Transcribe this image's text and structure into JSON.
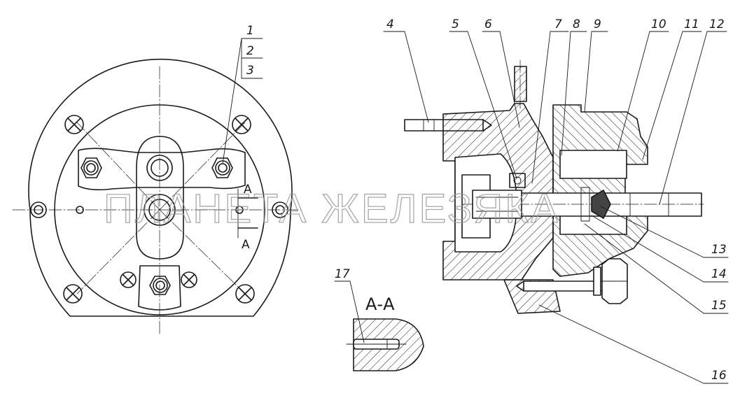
{
  "watermark": "ПЛАНЕТА ЖЕЛЕЗЯКА",
  "section_title": "А-А",
  "section_marker_upper": "А",
  "section_marker_lower": "А",
  "callouts": {
    "c1": "1",
    "c2": "2",
    "c3": "3",
    "c4": "4",
    "c5": "5",
    "c6": "6",
    "c7": "7",
    "c8": "8",
    "c9": "9",
    "c10": "10",
    "c11": "11",
    "c12": "12",
    "c13": "13",
    "c14": "14",
    "c15": "15",
    "c16": "16",
    "c17": "17"
  }
}
